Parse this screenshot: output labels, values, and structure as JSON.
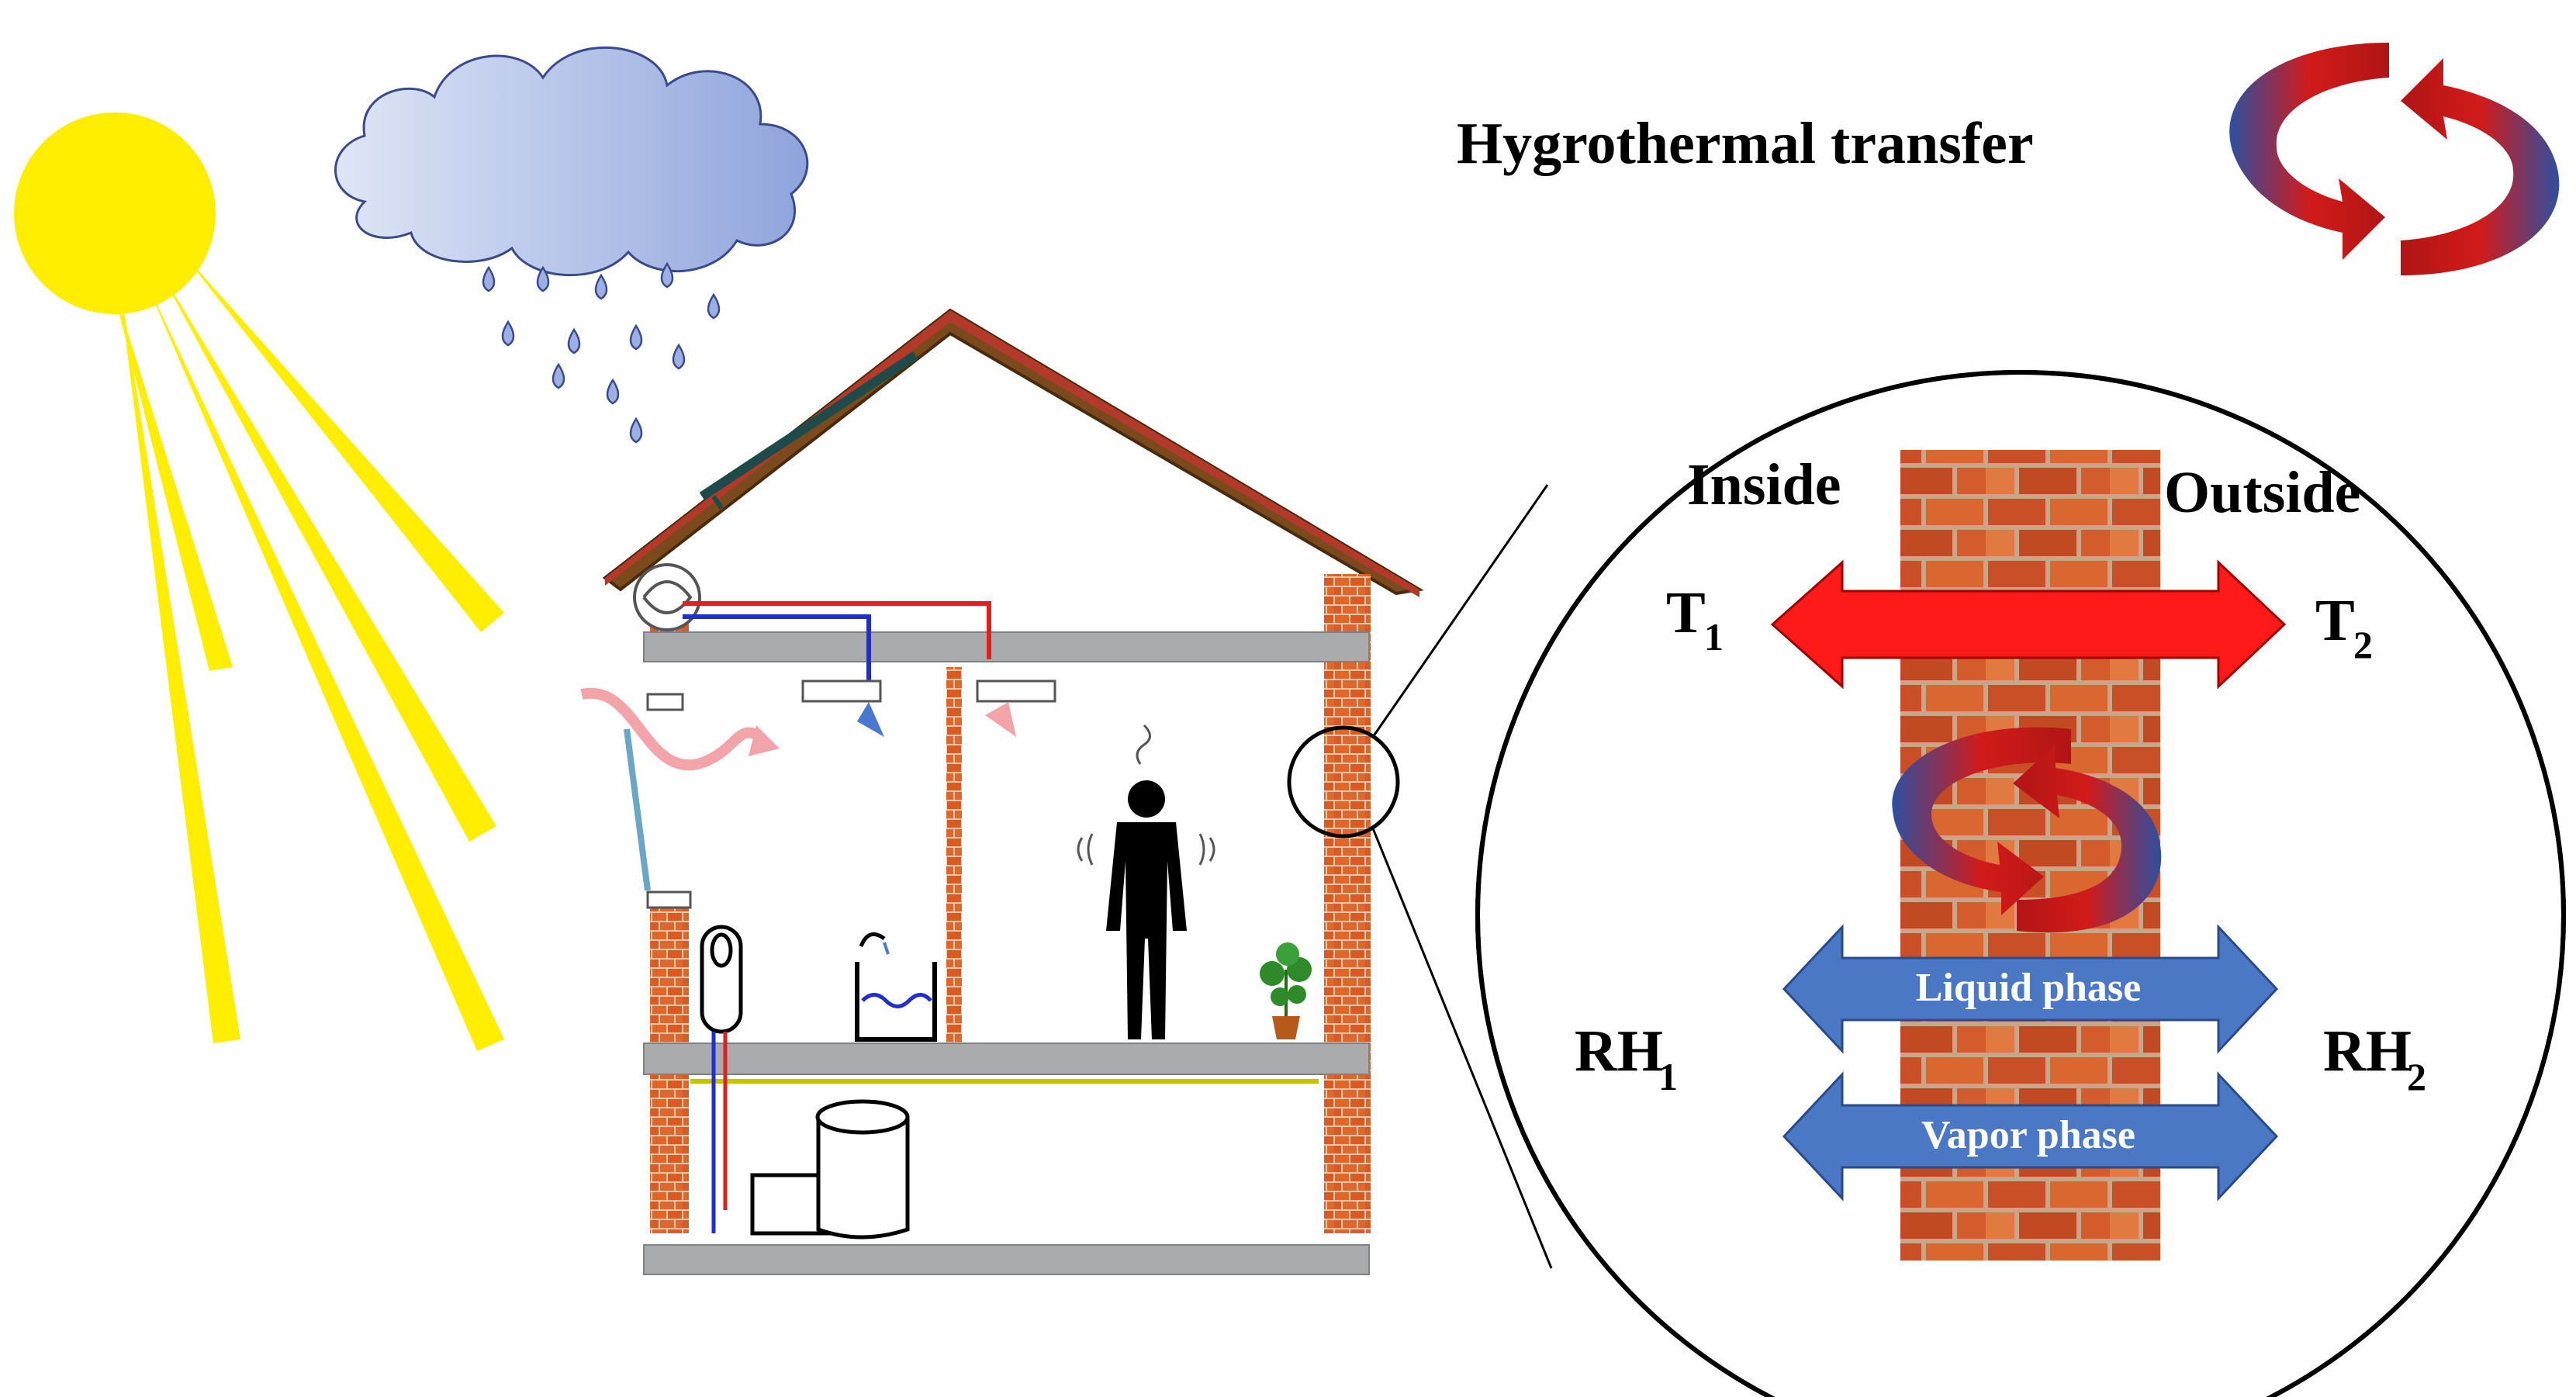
{
  "legend": {
    "title": "Hygrothermal transfer"
  },
  "wall_detail": {
    "inside_label": "Inside",
    "outside_label": "Outside",
    "temperature": {
      "left": "T",
      "left_sub": "1",
      "right": "T",
      "right_sub": "2"
    },
    "humidity": {
      "left": "RH",
      "left_sub": "1",
      "right": "RH",
      "right_sub": "2"
    },
    "phases": {
      "liquid": "Liquid phase",
      "vapor": "Vapor phase"
    }
  },
  "icons": [
    "sun-icon",
    "rain-cloud-icon",
    "house-icon",
    "person-icon",
    "plant-icon",
    "ventilation-unit-icon",
    "water-heater-icon",
    "sink-icon",
    "solar-panel-icon"
  ],
  "colors": {
    "sun": "#ffee00",
    "cloud": "#8fa4dc",
    "rain": "#9db0e6",
    "roof": "#7a4a1c",
    "brick": "#d9622b",
    "heat_arrow": "#ff1a1a",
    "phase_arrow": "#4a78c4",
    "cycle_red": "#d21a1a",
    "cycle_blue": "#2e4f9f"
  }
}
